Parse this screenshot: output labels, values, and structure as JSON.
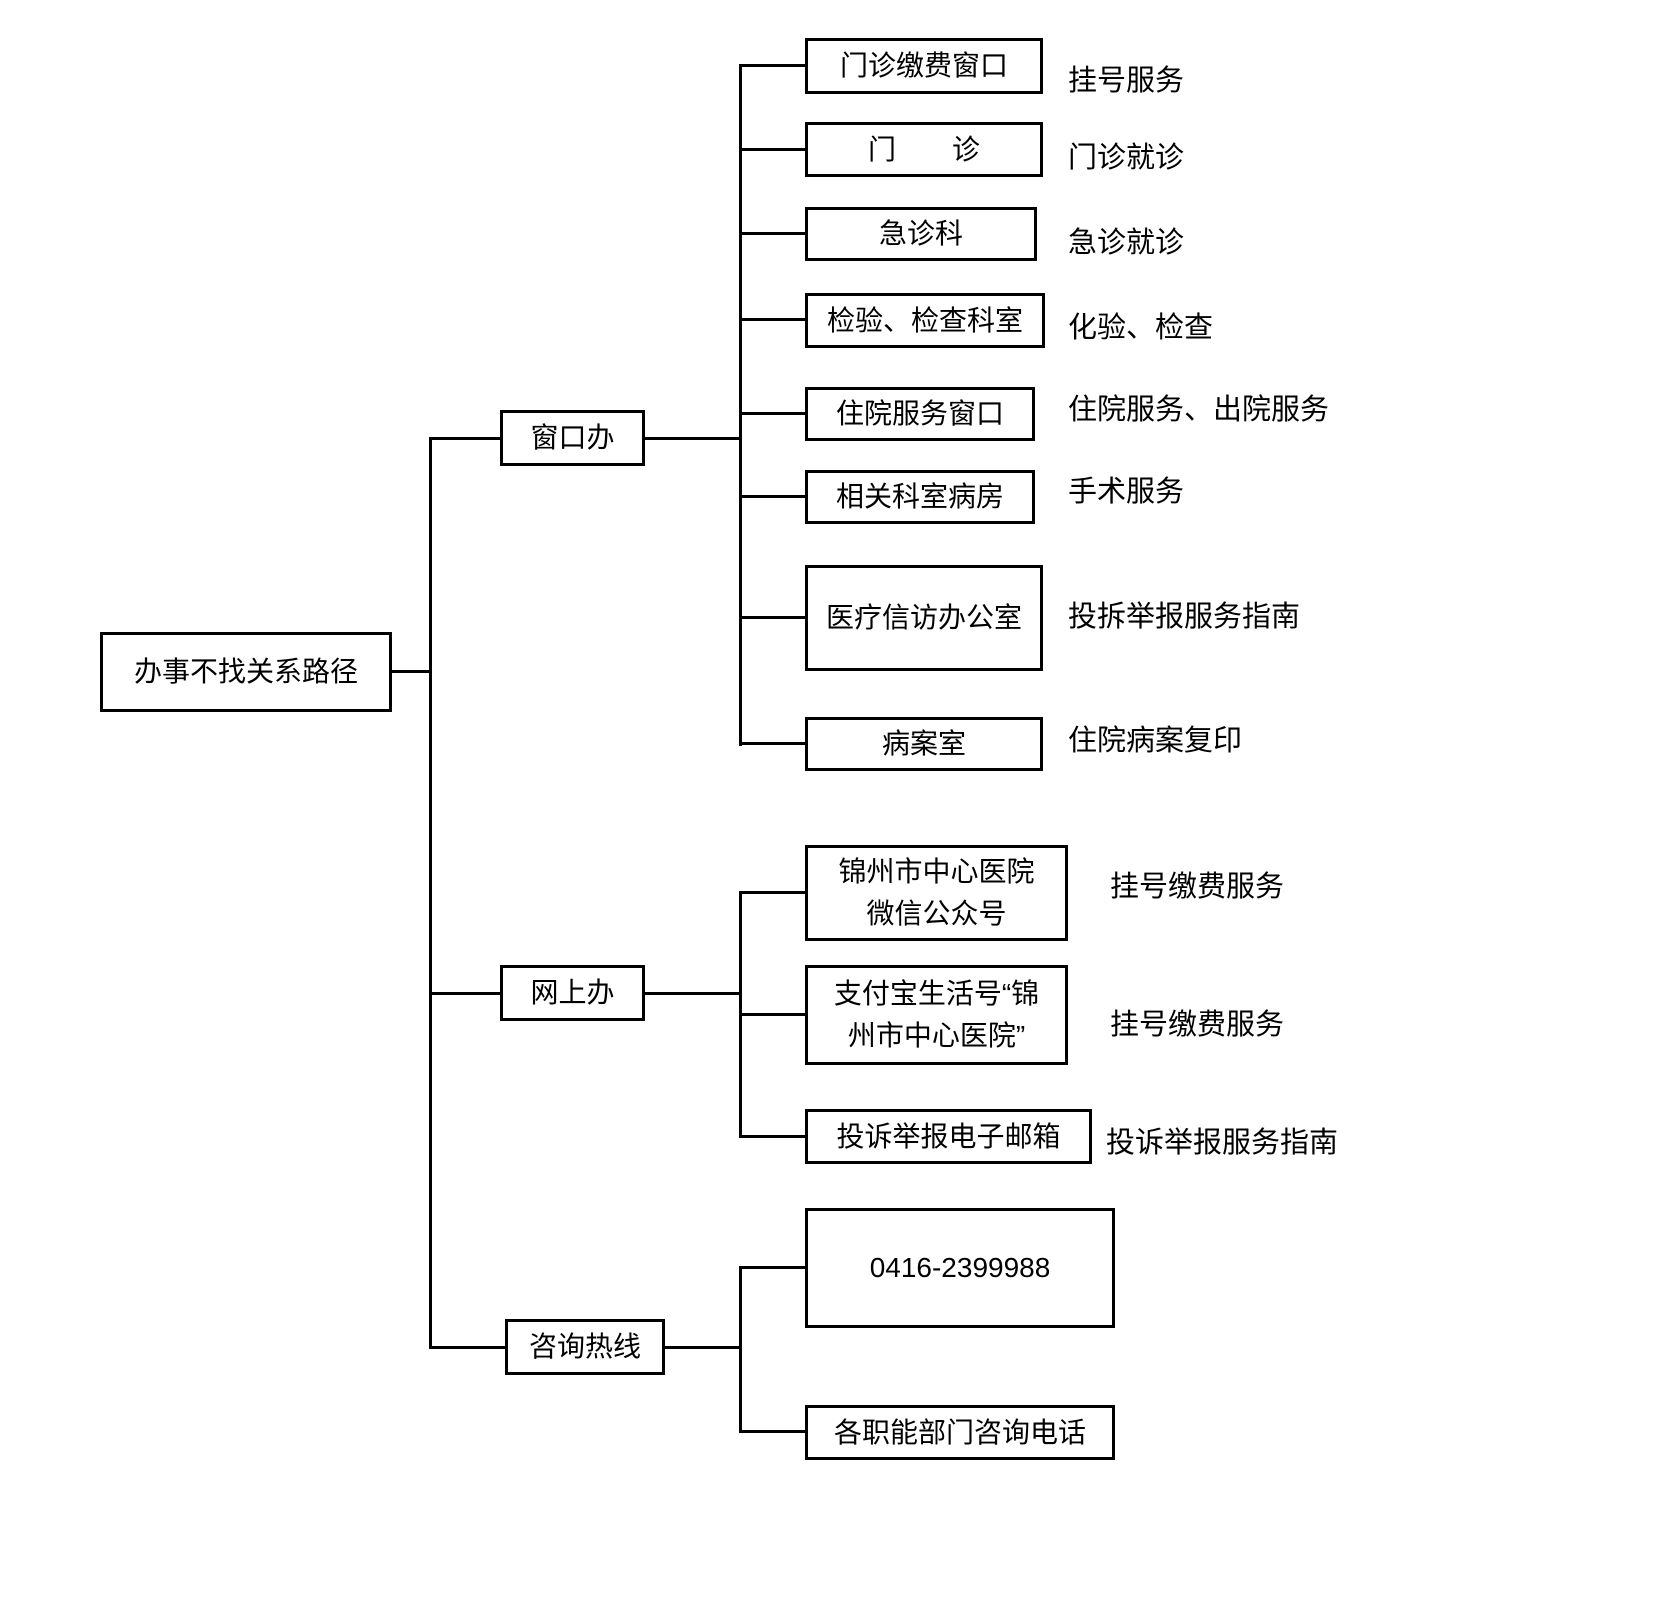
{
  "root": {
    "label": "办事不找关系路径"
  },
  "branches": [
    {
      "label": "窗口办",
      "children": [
        {
          "label": "门诊缴费窗口",
          "note": "挂号服务"
        },
        {
          "label": "门　　诊",
          "note": "门诊就诊"
        },
        {
          "label": "急诊科",
          "note": "急诊就诊"
        },
        {
          "label": "检验、检查科室",
          "note": "化验、检查"
        },
        {
          "label": "住院服务窗口",
          "note": "住院服务、出院服务"
        },
        {
          "label": "相关科室病房",
          "note": "手术服务"
        },
        {
          "label": "医疗信访办公室",
          "note": "投拆举报服务指南"
        },
        {
          "label": "病案室",
          "note": "住院病案复印"
        }
      ]
    },
    {
      "label": "网上办",
      "children": [
        {
          "label": "锦州市中心医院\n微信公众号",
          "note": "挂号缴费服务"
        },
        {
          "label": "支付宝生活号“锦\n州市中心医院”",
          "note": "挂号缴费服务"
        },
        {
          "label": "投诉举报电子邮箱",
          "note": "投诉举报服务指南"
        }
      ]
    },
    {
      "label": "咨询热线",
      "children": [
        {
          "label": "0416-2399988",
          "note": ""
        },
        {
          "label": "各职能部门咨询电话",
          "note": ""
        }
      ]
    }
  ],
  "colors": {
    "line": "#000000",
    "background": "#ffffff"
  }
}
